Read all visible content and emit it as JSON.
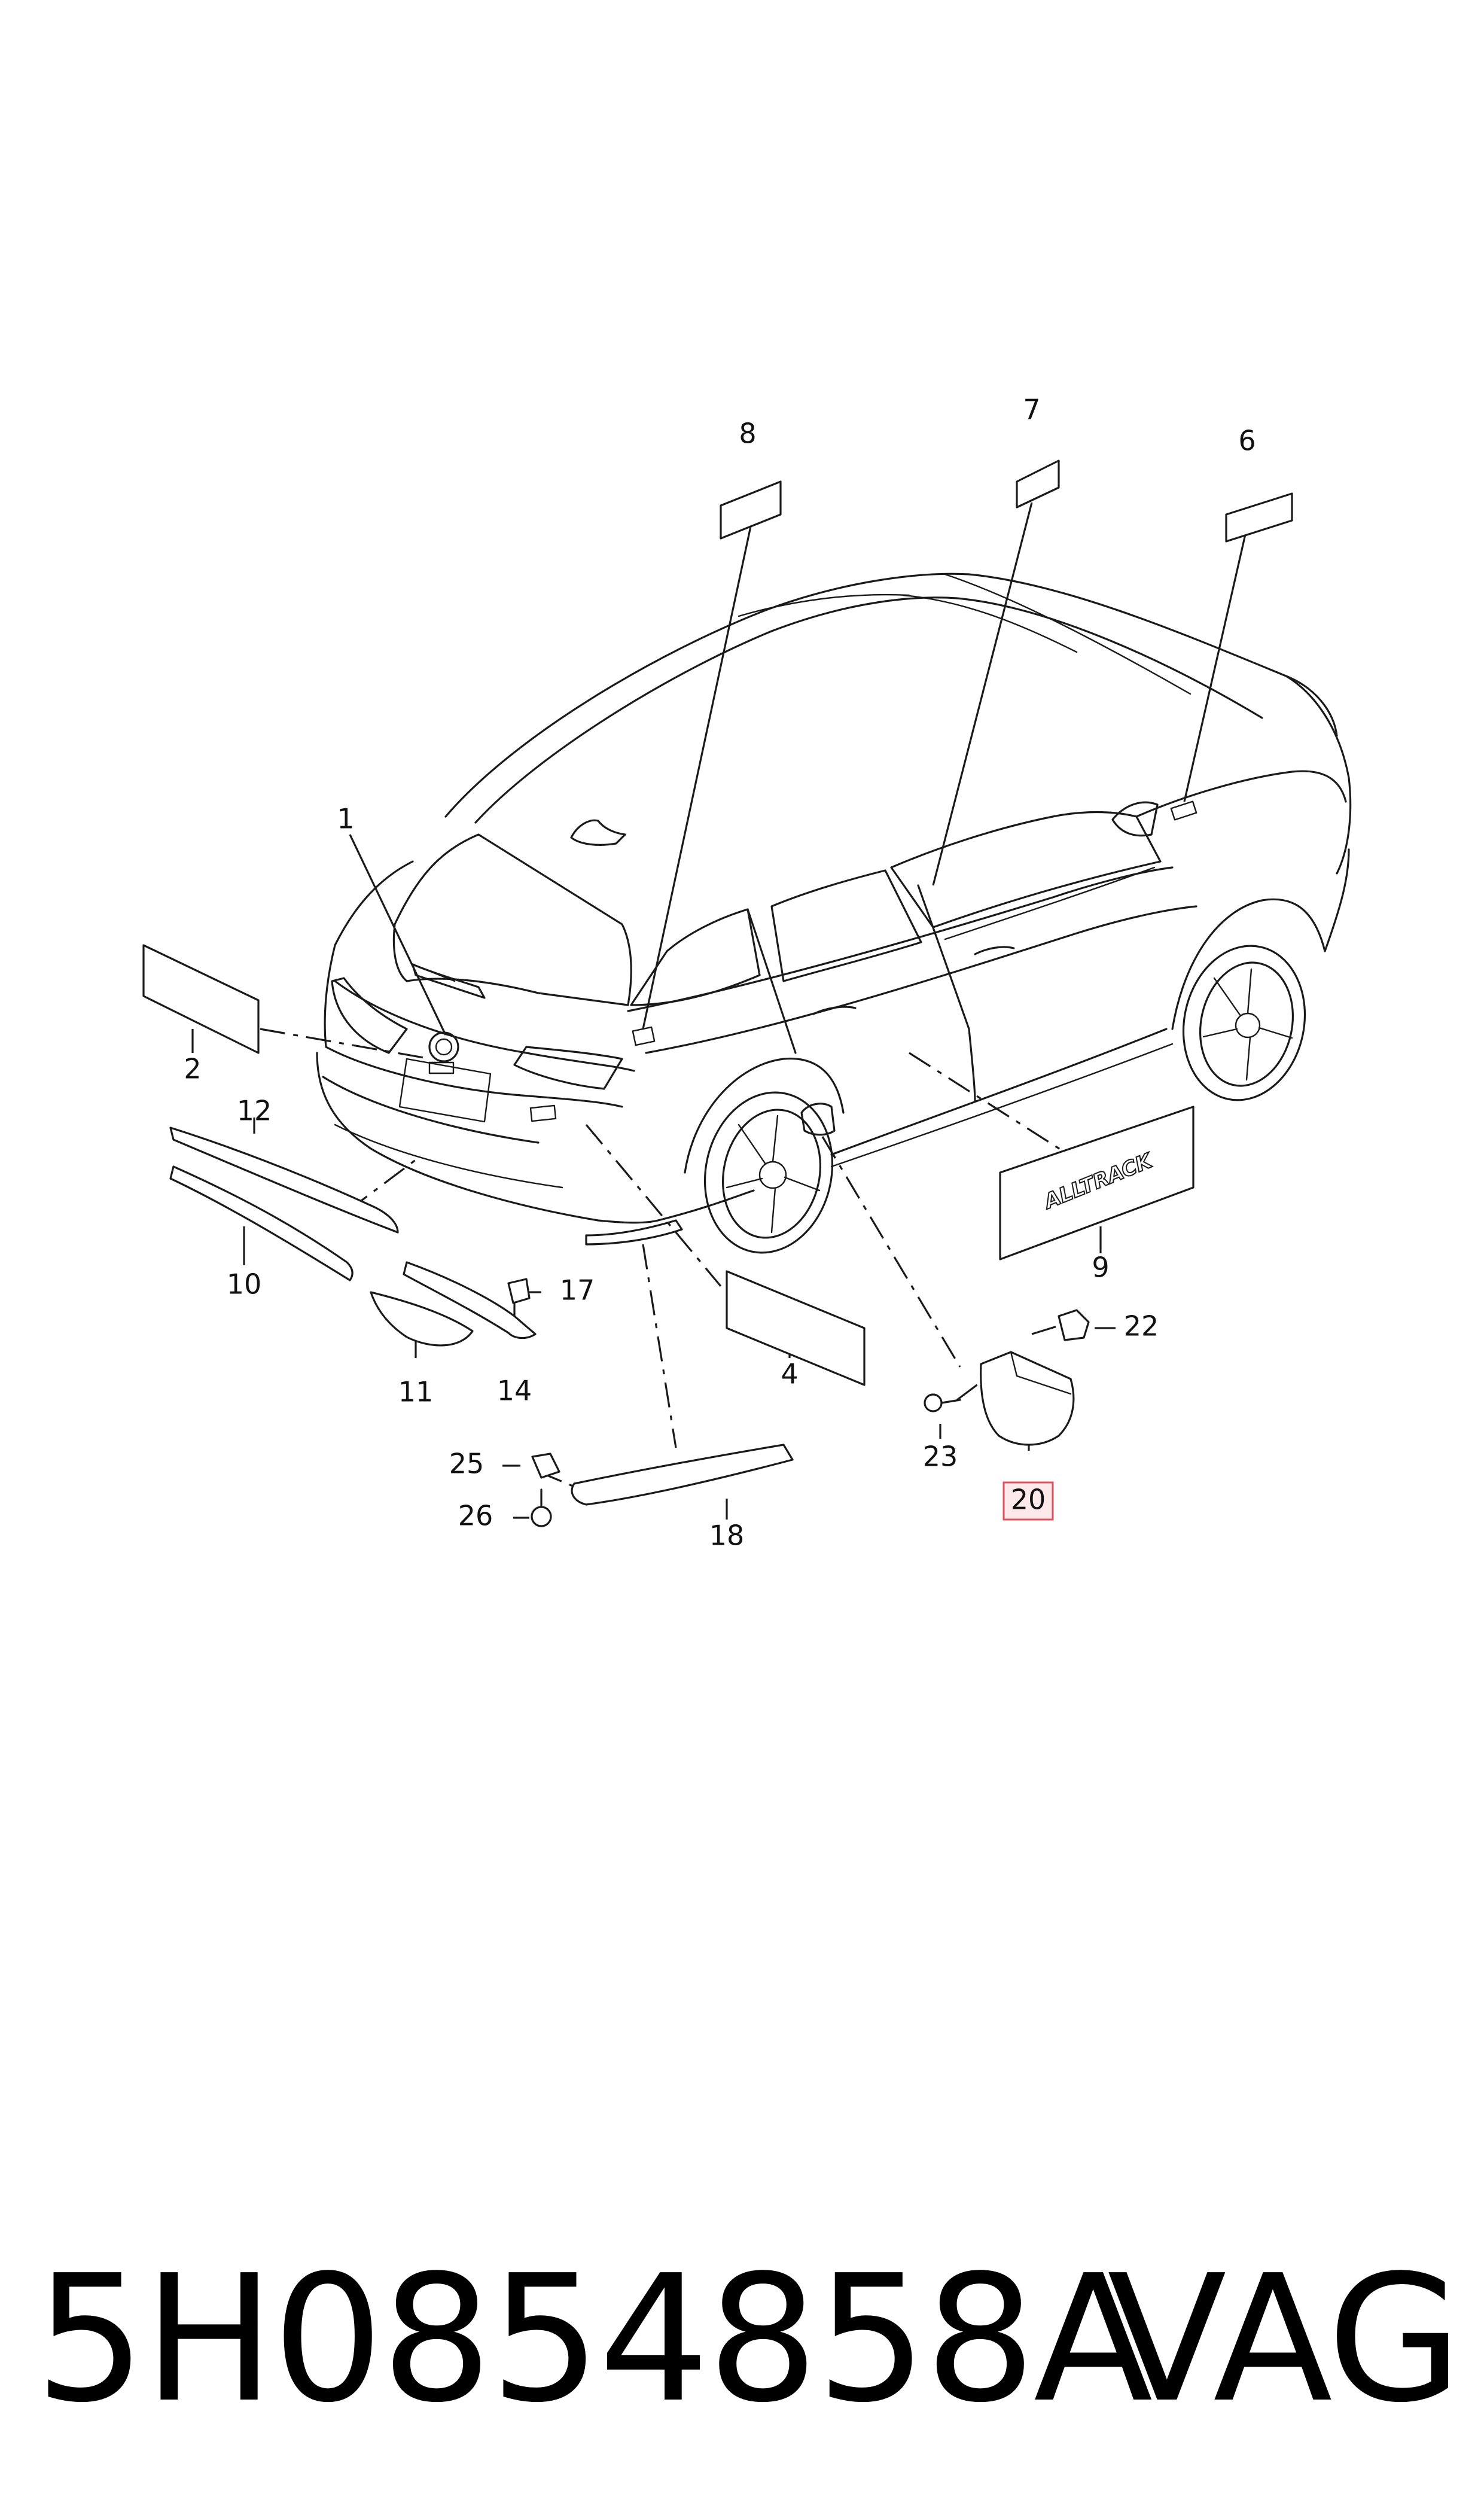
{
  "callouts": [
    {
      "id": "1",
      "text": "1"
    },
    {
      "id": "2",
      "text": "2"
    },
    {
      "id": "4",
      "text": "4"
    },
    {
      "id": "6",
      "text": "6"
    },
    {
      "id": "7",
      "text": "7"
    },
    {
      "id": "8",
      "text": "8"
    },
    {
      "id": "9",
      "text": "9"
    },
    {
      "id": "10",
      "text": "10"
    },
    {
      "id": "11",
      "text": "11"
    },
    {
      "id": "12",
      "text": "12"
    },
    {
      "id": "14",
      "text": "14"
    },
    {
      "id": "17",
      "text": "17"
    },
    {
      "id": "18",
      "text": "18"
    },
    {
      "id": "20",
      "text": "20",
      "highlighted": true
    },
    {
      "id": "22",
      "text": "22"
    },
    {
      "id": "23",
      "text": "23"
    },
    {
      "id": "25",
      "text": "25"
    },
    {
      "id": "26",
      "text": "26"
    }
  ],
  "decal_text": "ALLTRACK",
  "highlight_color": "#e0505e",
  "footer": {
    "part_number": "5H0854858A",
    "brand": "VAG"
  }
}
